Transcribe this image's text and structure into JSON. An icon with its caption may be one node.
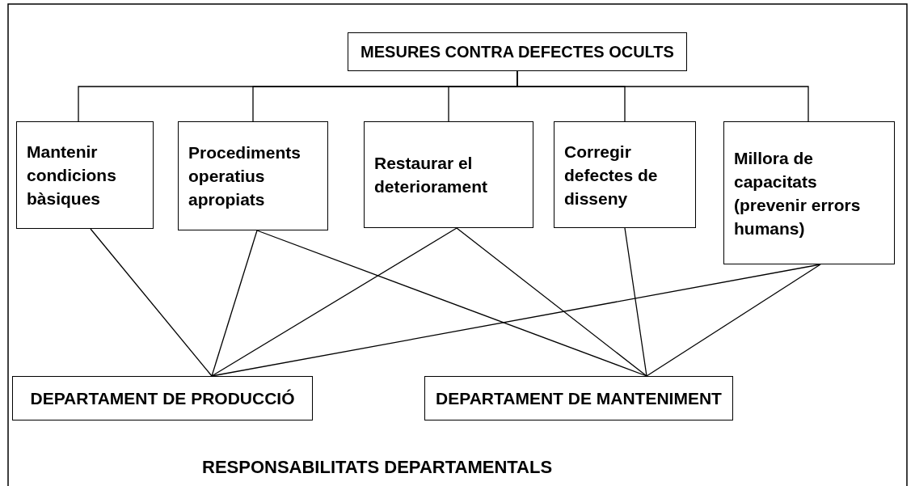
{
  "diagram": {
    "nodes": [
      {
        "text": [
          "MESURES CONTRA DEFECTES OCULTS"
        ]
      },
      {
        "text": [
          "Mantenir condicions bàsiques"
        ]
      },
      {
        "text": [
          "Procediments operatius apropiats"
        ]
      },
      {
        "text": [
          "Restaurar el deteriorament"
        ]
      },
      {
        "text": [
          "Corregir defectes de disseny"
        ]
      },
      {
        "text": [
          "Millora de capacitats (prevenir errors humans)"
        ]
      },
      {
        "text": [
          "DEPARTAMENT DE PRODUCCIÓ"
        ]
      },
      {
        "text": [
          "DEPARTAMENT DE MANTENIMENT"
        ]
      }
    ],
    "edges": [
      {
        "from": 0,
        "to": 1,
        "arrow": "none"
      },
      {
        "from": 0,
        "to": 2,
        "arrow": "none"
      },
      {
        "from": 0,
        "to": 3,
        "arrow": "none"
      },
      {
        "from": 0,
        "to": 4,
        "arrow": "none"
      },
      {
        "from": 0,
        "to": 5,
        "arrow": "none"
      },
      {
        "from": 1,
        "to": 6,
        "arrow": "none"
      },
      {
        "from": 2,
        "to": 6,
        "arrow": "none"
      },
      {
        "from": 2,
        "to": 7,
        "arrow": "none"
      },
      {
        "from": 3,
        "to": 6,
        "arrow": "none"
      },
      {
        "from": 3,
        "to": 7,
        "arrow": "none"
      },
      {
        "from": 4,
        "to": 7,
        "arrow": "none"
      },
      {
        "from": 5,
        "to": 6,
        "arrow": "none"
      },
      {
        "from": 5,
        "to": 7,
        "arrow": "none"
      }
    ],
    "labels": [
      "RESPONSABILITATS DEPARTAMENTALS"
    ]
  }
}
